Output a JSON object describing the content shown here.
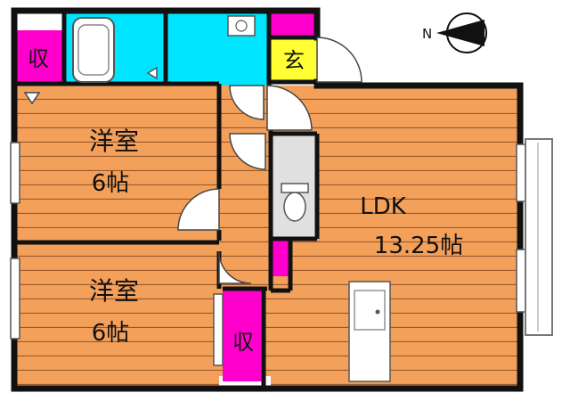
{
  "rooms": {
    "western_top": {
      "label": "洋室",
      "size": "6帖"
    },
    "western_bottom": {
      "label": "洋室",
      "size": "6帖"
    },
    "ldk": {
      "label": "LDK",
      "size": "13.25帖"
    }
  },
  "storage": {
    "top_left": "収",
    "bottom": "収"
  },
  "entrance": {
    "label": "玄"
  },
  "compass": {
    "north_label": "N"
  },
  "colors": {
    "wall": "#111111",
    "floor_wood": "#f3a05a",
    "floor_line": "#9a5a2c",
    "wet_area": "#00e5ff",
    "storage": "#ff00cc",
    "entrance": "#ffff33",
    "toilet_floor": "#e0e0e0"
  }
}
